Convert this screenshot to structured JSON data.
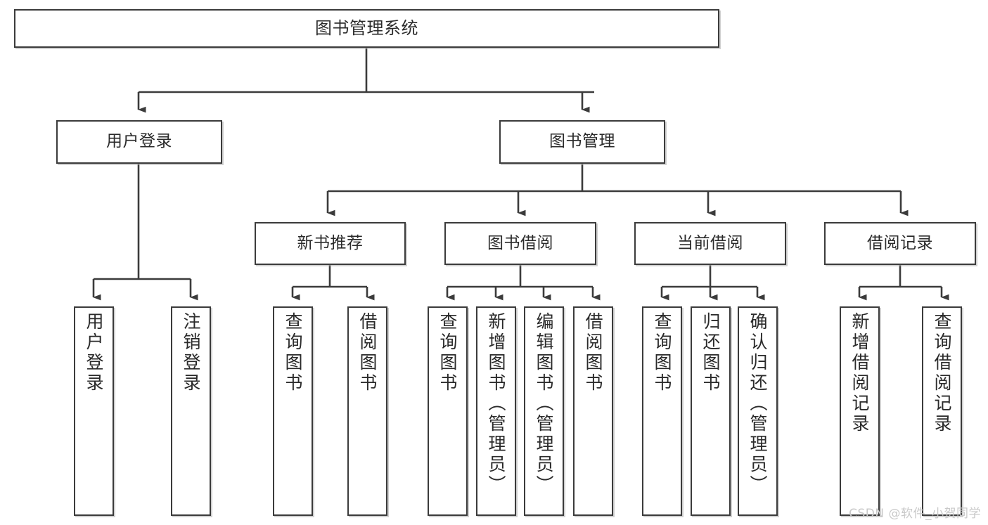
{
  "diagram": {
    "title": "图书管理系统",
    "type": "tree",
    "root": {
      "id": "root",
      "label": "图书管理系统"
    },
    "level2": [
      {
        "id": "user-login",
        "label": "用户登录"
      },
      {
        "id": "book-manage",
        "label": "图书管理"
      }
    ],
    "level3": [
      {
        "id": "new-book-recommend",
        "label": "新书推荐"
      },
      {
        "id": "book-borrow",
        "label": "图书借阅"
      },
      {
        "id": "current-borrow",
        "label": "当前借阅"
      },
      {
        "id": "borrow-record",
        "label": "借阅记录"
      }
    ],
    "leaves": [
      {
        "id": "leaf-user-login",
        "label": "用户登录",
        "parent": "user-login"
      },
      {
        "id": "leaf-logout-login",
        "label": "注销登录",
        "parent": "user-login"
      },
      {
        "id": "leaf-query-book-1",
        "label": "查询图书",
        "parent": "new-book-recommend"
      },
      {
        "id": "leaf-borrow-book-1",
        "label": "借阅图书",
        "parent": "new-book-recommend"
      },
      {
        "id": "leaf-query-book-2",
        "label": "查询图书",
        "parent": "book-borrow"
      },
      {
        "id": "leaf-add-book",
        "label": "新增图书（管理员）",
        "parent": "book-borrow"
      },
      {
        "id": "leaf-edit-book",
        "label": "编辑图书（管理员）",
        "parent": "book-borrow"
      },
      {
        "id": "leaf-borrow-book-2",
        "label": "借阅图书",
        "parent": "book-borrow"
      },
      {
        "id": "leaf-query-book-3",
        "label": "查询图书",
        "parent": "current-borrow"
      },
      {
        "id": "leaf-return-book",
        "label": "归还图书",
        "parent": "current-borrow"
      },
      {
        "id": "leaf-confirm-return",
        "label": "确认归还（管理员）",
        "parent": "current-borrow"
      },
      {
        "id": "leaf-add-record",
        "label": "新增借阅记录",
        "parent": "borrow-record"
      },
      {
        "id": "leaf-query-record",
        "label": "查询借阅记录",
        "parent": "borrow-record"
      }
    ],
    "colors": {
      "stroke": "#3b3b3b",
      "fill": "#ffffff",
      "text": "#2a2a2a",
      "watermark": "#c9c9c9"
    }
  },
  "watermark": {
    "text": "CSDN @软件_小贺同学"
  }
}
